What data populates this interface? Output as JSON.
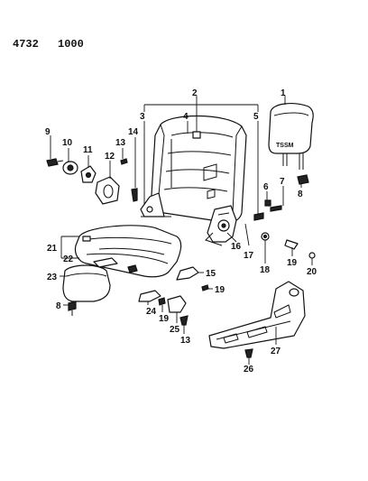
{
  "header": {
    "code_left": "4732",
    "code_right": "1000"
  },
  "callouts": {
    "c1": "1",
    "c2": "2",
    "c3": "3",
    "c4": "4",
    "c5": "5",
    "c6": "6",
    "c7": "7",
    "c8a": "8",
    "c9": "9",
    "c10": "10",
    "c11": "11",
    "c12": "12",
    "c13a": "13",
    "c14": "14",
    "c15": "15",
    "c16": "16",
    "c17": "17",
    "c18": "18",
    "c19a": "19",
    "c19b": "19",
    "c19c": "19",
    "c20": "20",
    "c21": "21",
    "c22": "22",
    "c23": "23",
    "c8b": "8",
    "c24": "24",
    "c25": "25",
    "c13b": "13",
    "c26": "26",
    "c27": "27"
  },
  "headrest_mark": "TSSM"
}
